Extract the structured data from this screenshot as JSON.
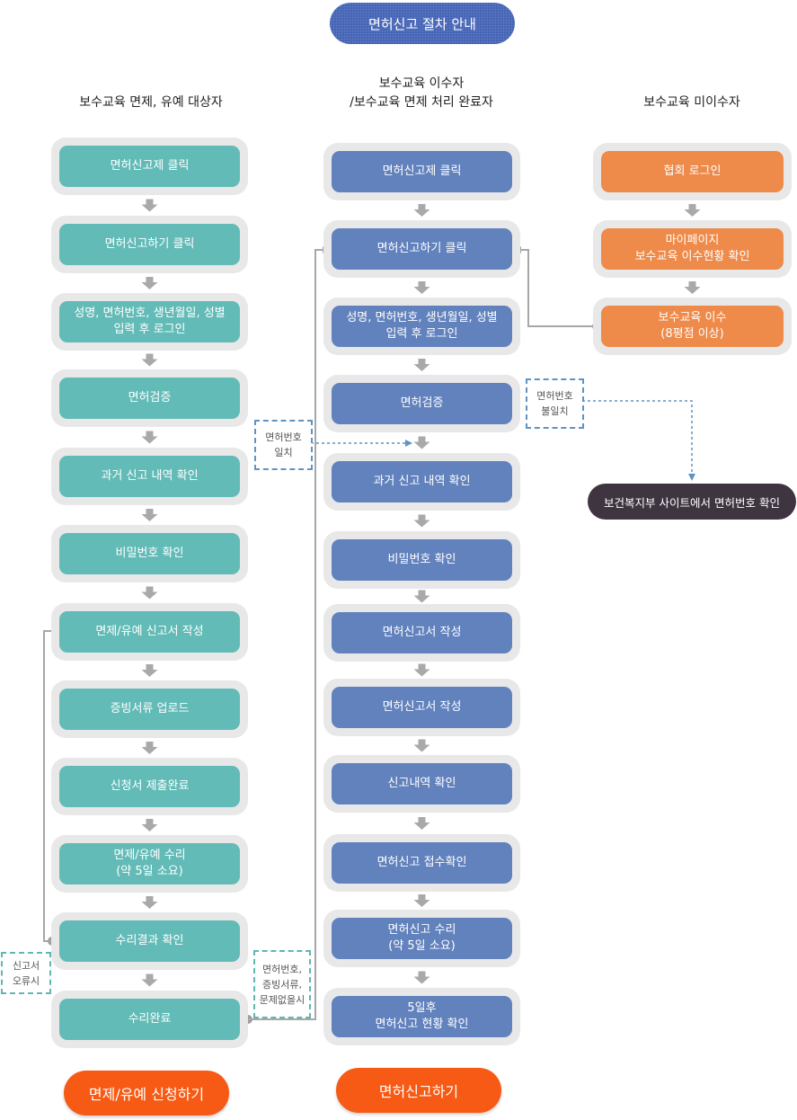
{
  "title": "면허신고 절차 안내",
  "columns": {
    "left": {
      "heading": "보수교육 면제, 유예 대상자",
      "steps": [
        "면허신고제 클릭",
        "면허신고하기 클릭",
        "성명, 면허번호, 생년월일, 성별\n입력 후 로그인",
        "면허검증",
        "과거 신고 내역 확인",
        "비밀번호 확인",
        "면제/유예 신고서 작성",
        "증빙서류 업로드",
        "신청서 제출완료",
        "면제/유예 수리\n(약 5일 소요)",
        "수리결과 확인",
        "수리완료"
      ]
    },
    "middle": {
      "heading": "보수교육 이수자\n/보수교육 면제 처리 완료자",
      "steps": [
        "면허신고제 클릭",
        "면허신고하기 클릭",
        "성명, 면허번호, 생년월일, 성별\n입력 후 로그인",
        "면허검증",
        "과거 신고 내역 확인",
        "비밀번호 확인",
        "면허신고서 작성",
        "면허신고서 작성",
        "신고내역 확인",
        "면허신고 접수확인",
        "면허신고 수리\n(약 5일 소요)",
        "5일후\n면허신고 현황 확인"
      ]
    },
    "right": {
      "heading": "보수교육 미이수자",
      "steps": [
        "협회 로그인",
        "마이페이지\n보수교육 이수현황 확인",
        "보수교육 이수\n(8평점 이상)"
      ]
    }
  },
  "notes": {
    "license_match": "면허번호\n일치",
    "license_mismatch": "면허번호\n불일치",
    "report_error": "신고서\n오류시",
    "no_problem": "면허번호,\n증빙서류,\n문제없을시"
  },
  "external_check": "보건복지부 사이트에서 면허번호 확인",
  "buttons": {
    "exemption": "면제/유예 신청하기",
    "report": "면허신고하기"
  },
  "colors": {
    "title": "#3f5fb3",
    "left_boxes": "#62bbb7",
    "middle_boxes": "#6282bd",
    "right_boxes": "#ee8a4a",
    "action_buttons": "#f75a14",
    "arrow": "#a9a9a9"
  }
}
